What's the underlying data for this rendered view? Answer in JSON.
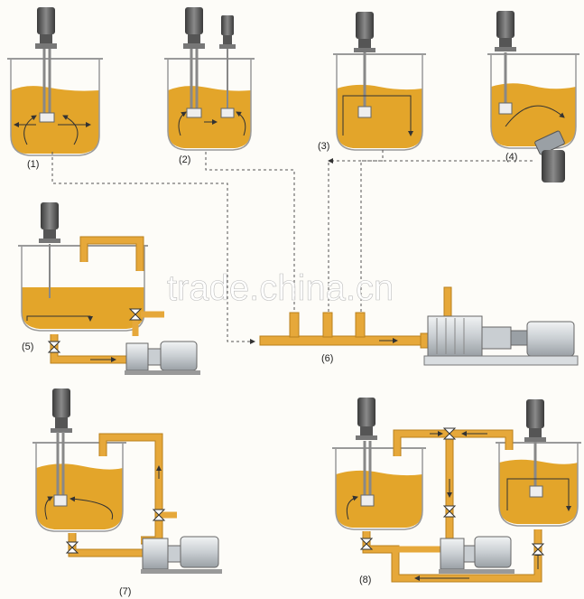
{
  "labels": {
    "d1": "(1)",
    "d2": "(2)",
    "d3": "(3)",
    "d4": "(4)",
    "d5": "(5)",
    "d6": "(6)",
    "d7": "(7)",
    "d8": "(8)"
  },
  "watermark": "trade.china.cn",
  "colors": {
    "liquid": "#e3a52a",
    "liquid_dark": "#c98a14",
    "pipe": "#e6a83a",
    "pipe_edge": "#b9811c",
    "tank_wall": "#9a9a9a",
    "motor": "#4a4a4a",
    "machine": "#d9dde0",
    "dash": "#555555"
  }
}
